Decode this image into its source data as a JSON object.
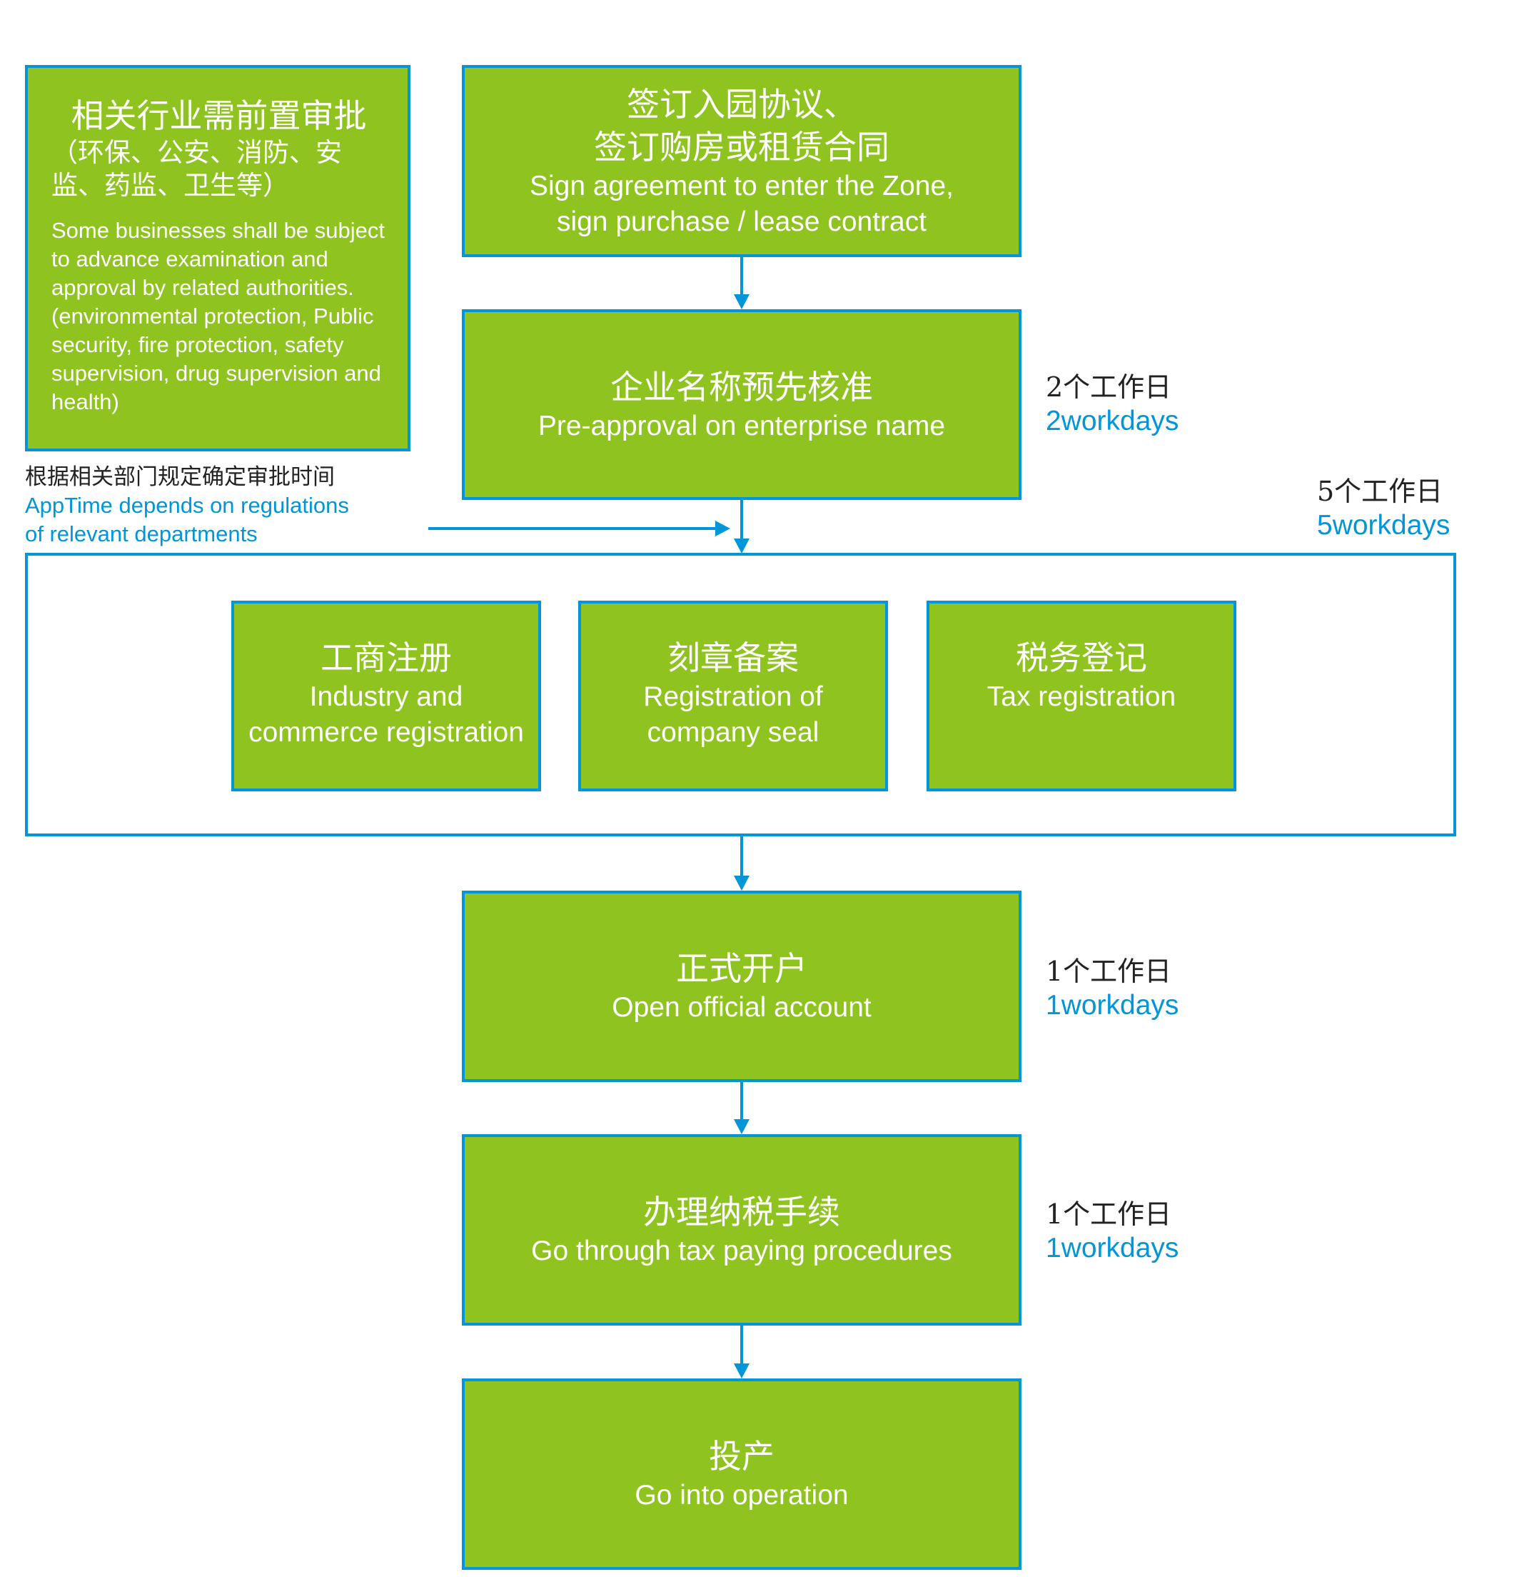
{
  "colors": {
    "box_fill": "#8fc31f",
    "border": "#0096d8",
    "accent_text": "#0096d8",
    "dark_text": "#222222"
  },
  "prerequisite": {
    "title_zh": "相关行业需前置审批",
    "subtitle_zh_line1": "（环保、公安、消防、安",
    "subtitle_zh_line2": "监、药监、卫生等）",
    "body_en": "Some businesses shall be subject to advance examination and approval by related authorities.(environmental protection, Public security, fire protection, safety supervision, drug supervision and health)"
  },
  "department_note": {
    "zh": "根据相关部门规定确定审批时间",
    "en_line1": "AppTime depends on regulations",
    "en_line2": "of relevant departments"
  },
  "steps": {
    "agreement": {
      "zh_line1": "签订入园协议、",
      "zh_line2": "签订购房或租赁合同",
      "en_line1": "Sign agreement to enter the Zone,",
      "en_line2": "sign purchase / lease contract"
    },
    "name_approval": {
      "zh": "企业名称预先核准",
      "en": "Pre-approval on enterprise name"
    },
    "industry_registration": {
      "zh": "工商注册",
      "en_line1": "Industry and",
      "en_line2": "commerce registration"
    },
    "seal_registration": {
      "zh": "刻章备案",
      "en_line1": "Registration of",
      "en_line2": "company seal"
    },
    "tax_registration": {
      "zh": "税务登记",
      "en": "Tax registration"
    },
    "open_account": {
      "zh": "正式开户",
      "en": "Open official account"
    },
    "tax_procedures": {
      "zh": "办理纳税手续",
      "en": "Go through tax paying procedures"
    },
    "operation": {
      "zh": "投产",
      "en": "Go into operation"
    }
  },
  "durations": {
    "name_approval": {
      "zh": "2个工作日",
      "en": "2workdays"
    },
    "registration_group": {
      "zh": "5个工作日",
      "en": "5workdays"
    },
    "open_account": {
      "zh": "1个工作日",
      "en": "1workdays"
    },
    "tax_procedures": {
      "zh": "1个工作日",
      "en": "1workdays"
    }
  }
}
